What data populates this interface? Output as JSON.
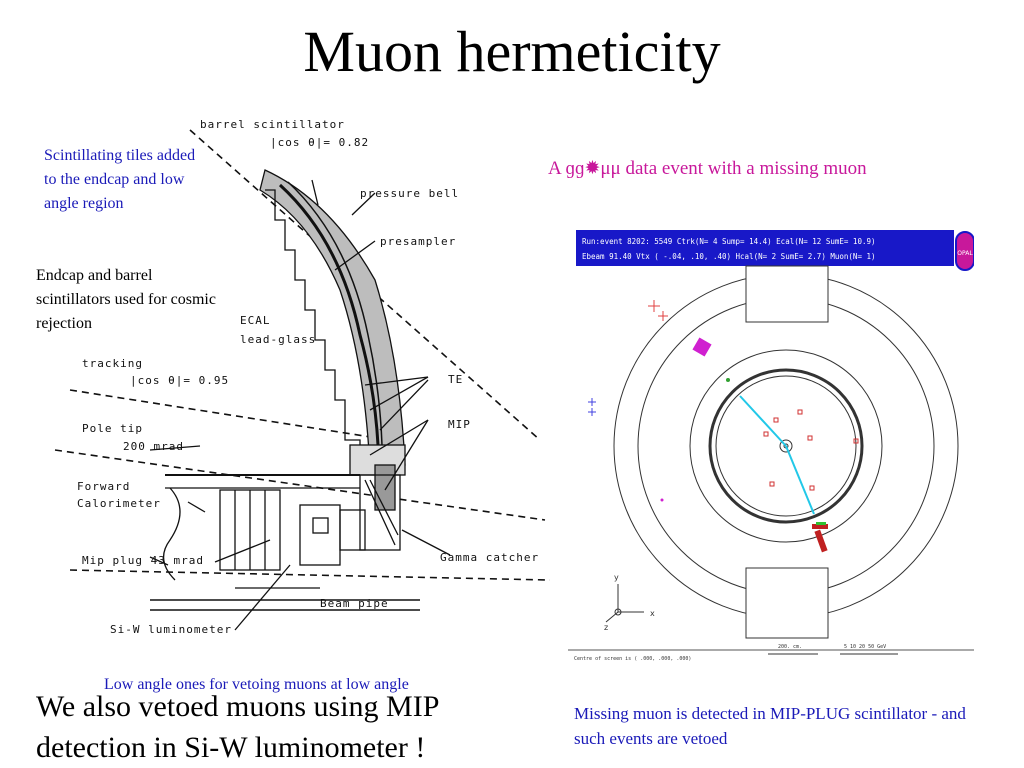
{
  "slide": {
    "title": "Muon hermeticity",
    "notes": {
      "scintillating_tiles": "Scintillating tiles added to the endcap and low angle region",
      "cosmic_rejection": "Endcap and barrel scintillators used for cosmic rejection",
      "low_angle": "Low angle ones for vetoing muons at low angle",
      "bottom_statement": "We also vetoed muons using MIP detection in Si-W luminometer !",
      "event_title_prefix": "A",
      "event_title_symbols": "ɡɡ✹μμ",
      "event_title_suffix": "data event with a missing muon",
      "missing_muon_note": "Missing muon is detected in MIP-PLUG scintillator - and such events are vetoed"
    },
    "colors": {
      "blue_text": "#1a1ab8",
      "magenta_text": "#c8189b",
      "event_header_bg": "#1818c8",
      "track_cyan": "#22c8e8"
    }
  },
  "detector_diagram": {
    "labels": {
      "barrel_scintillator": "barrel scintillator",
      "cos_theta_082": "|cos θ|= 0.82",
      "pressure_bell": "pressure bell",
      "presampler": "presampler",
      "ecal": "ECAL",
      "lead_glass": "lead-glass",
      "tracking": "tracking",
      "cos_theta_095": "|cos θ|= 0.95",
      "te": "TE",
      "pole_tip": "Pole tip",
      "mrad_200": "200 mrad",
      "mip": "MIP",
      "forward": "Forward",
      "calorimeter": "Calorimeter",
      "mip_plug": "Mip plug 43 mrad",
      "gamma_catcher": "Gamma catcher",
      "beam_pipe": "Beam pipe",
      "si_w": "Si-W luminometer"
    }
  },
  "event_display": {
    "header_line1": "Run:event  8202: 5549    Ctrk(N=  4 Sump= 14.4) Ecal(N= 12 SumE= 10.9)",
    "header_line2": "Ebeam  91.40 Vtx ( -.04,   .10,   .40) Hcal(N= 2 SumE=  2.7) Muon(N= 1)",
    "logo": "OPAL",
    "axis_y": "y",
    "axis_x": "x",
    "axis_z": "z",
    "footer_left": "Centre of screen is (    .000,    .000,    .000)",
    "scale_cm": "200. cm.",
    "scale_gev": "5  10  20    50 GeV"
  }
}
